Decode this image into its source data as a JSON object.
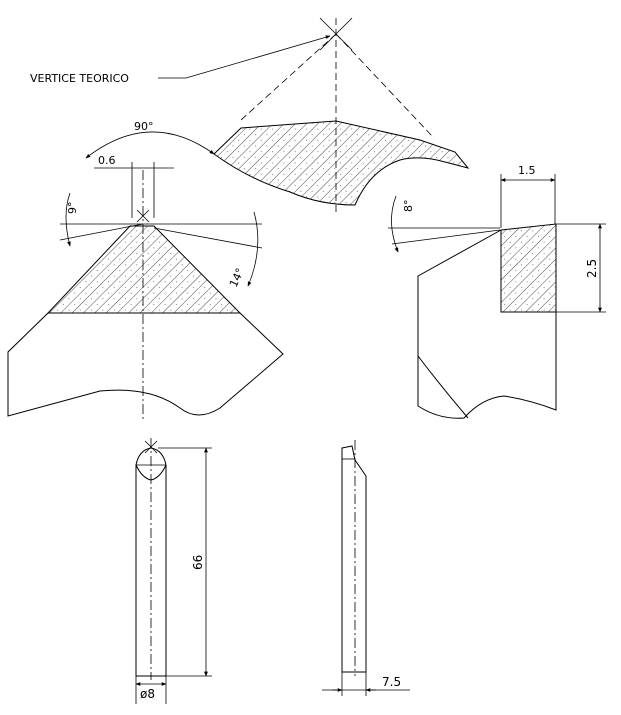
{
  "labels": {
    "vertex": "VERTICE TEORICO",
    "angle_top": "90°",
    "width_top": "0.6",
    "angle_left": "9°",
    "angle_side": "14°",
    "angle_right": "8°",
    "width_right": "1.5",
    "height_right": "2.5",
    "length": "66",
    "diameter": "ø8",
    "thickness": "7.5"
  }
}
